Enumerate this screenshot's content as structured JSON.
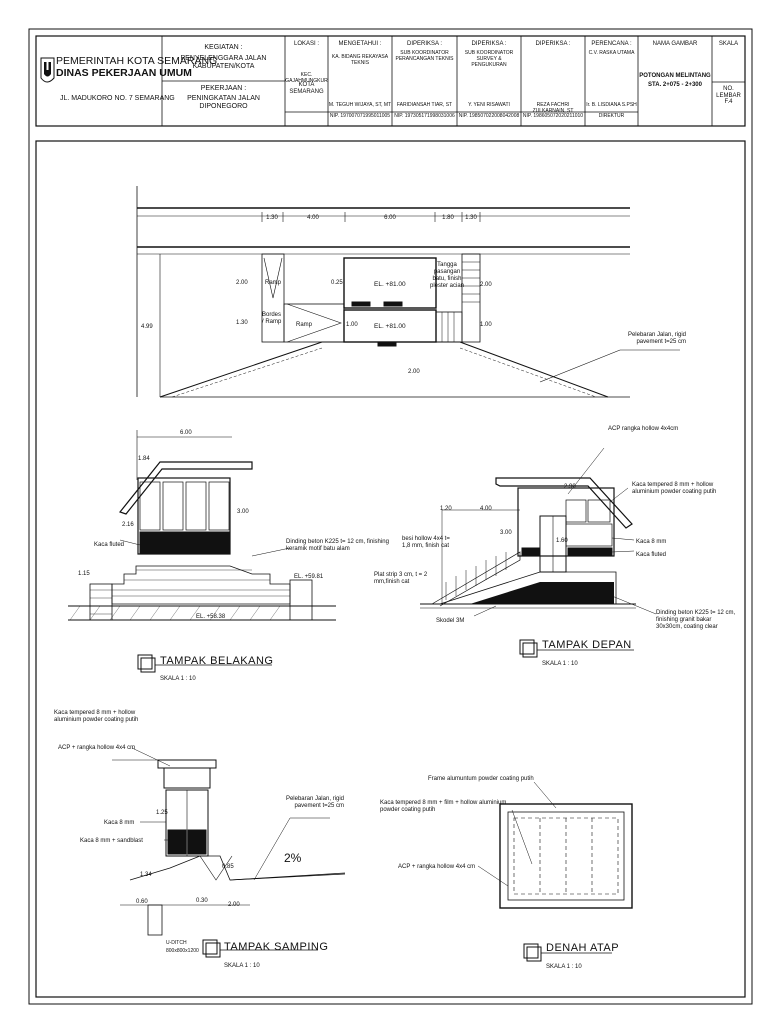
{
  "title_block": {
    "org_line1": "PEMERINTAH KOTA SEMARANG",
    "org_line2": "DINAS PEKERJAAN UMUM",
    "org_address": "JL. MADUKORO NO. 7 SEMARANG",
    "kegiatan_label": "KEGIATAN :",
    "kegiatan_value": "PENYELENGGARA JALAN KABUPATEN/KOTA",
    "pekerjaan_label": "PEKERJAAN :",
    "pekerjaan_value": "PENINGKATAN JALAN DIPONEGORO",
    "lokasi_label": "LOKASI :",
    "lokasi_small": "KEC. GAJAHMUNGKUR",
    "lokasi_value": "KOTA SEMARANG",
    "mengetahui_label": "MENGETAHUI :",
    "mengetahui_role": "KA. BIDANG REKAYASA TEKNIS",
    "mengetahui_name": "M. TEGUH WIJAYA, ST, MT",
    "mengetahui_nip": "NIP. 197007071995011005",
    "diperiksa1_label": "DIPERIKSA :",
    "diperiksa1_role": "SUB KOORDINATOR PERANCANGAN TEKNIS",
    "diperiksa1_name": "FARIDIANSAH TIAR, ST",
    "diperiksa1_nip": "NIP. 197305171998031006",
    "diperiksa2_label": "DIPERIKSA :",
    "diperiksa2_role": "SUB KOORDINATOR SURVEY & PENGUKURAN",
    "diperiksa2_name": "Y. YENI RISAWATI",
    "diperiksa2_nip": "NIP. 198507022008042008",
    "diperiksa3_label": "DIPERIKSA :",
    "diperiksa3_name": "REZA FACHRI ZULKARNAIN, ST",
    "diperiksa3_nip": "NIP. 198605072020211010",
    "perencana_label": "PERENCANA :",
    "perencana_company": "C.V. RASKA UTAMA",
    "perencana_name": "Ir. B. LISDIANA S.PSH",
    "perencana_role": "DIREKTUR",
    "nama_gambar_label": "NAMA GAMBAR",
    "nama_gambar_line1": "POTONGAN MELINTANG",
    "nama_gambar_line2": "STA. 2+075 - 2+300",
    "skala_label": "SKALA",
    "no_lembar_label": "NO. LEMBAR",
    "no_lembar_value": "F.4"
  },
  "plan_view": {
    "dims_top": [
      "1.30",
      "4.00",
      "6.00",
      "1.80",
      "1.30"
    ],
    "dim_200_left": "2.00",
    "dim_130_left": "1.30",
    "dim_499": "4.99",
    "dim_025": "0.25",
    "dim_200_right": "2.00",
    "dim_100_right": "1.00",
    "dim_100_mid": "1.00",
    "dim_200_bottom": "2.00",
    "ramp_label": "Ramp",
    "ramp2_label": "Ramp",
    "bordes_label": "Bordes / Ramp",
    "el_upper": "EL. +81.00",
    "el_lower": "EL. +81.00",
    "tangga_note": "Tangga pasangan batu, finish plester acian",
    "pelebaran_note": "Pelebaran Jalan, rigid pavement t=25 cm"
  },
  "belakang": {
    "dim_600": "6.00",
    "dim_184": "1.84",
    "dim_216": "2.16",
    "dim_300": "3.00",
    "dim_115": "1.15",
    "kaca_fluted": "Kaca fluted",
    "dinding_note": "Dinding beton K225 t= 12 cm, finishing keramik motif batu alam",
    "el_1": "EL. +59.81",
    "el_2": "EL. +58.38",
    "title": "TAMPAK   BELAKANG",
    "scale": "SKALA 1 : 10"
  },
  "depan": {
    "acp_note": "ACP rangka hollow 4x4cm",
    "kaca_hollow_note": "Kaca tempered 8 mm + hollow aluminium powder coating putih",
    "dim_290": "2.90",
    "dim_400": "4.00",
    "dim_120": "1.20",
    "dim_300": "3.00",
    "dim_160": "1.60",
    "besi_note": "besi hollow 4x4 t= 1,8 mm, finish cat",
    "kaca_8mm": "Kaca 8 mm",
    "kaca_fluted": "Kaca fluted",
    "plat_note": "Plat strip 3 cm, t = 2 mm,finish cat",
    "skodel": "Skodel 3M",
    "dinding_note": "Dinding beton K225 t= 12 cm, finishing granit bakar 30x30cm, coating clear",
    "title": "TAMPAK   DEPAN",
    "scale": "SKALA 1 : 10"
  },
  "samping": {
    "kaca_hollow_note": "Kaca tempered 8 mm + hollow aluminium powder coating putih",
    "acp_note": "ACP + rangka hollow 4x4 cm",
    "dim_125": "1.25",
    "kaca_8mm": "Kaca 8 mm",
    "kaca_sandblast": "Kaca 8 mm + sandblast",
    "pelebaran_note": "Pelebaran Jalan, rigid pavement t=25 cm",
    "slope": "2%",
    "dim_085": "0.85",
    "dim_134": "1.34",
    "dim_060": "0.60",
    "dim_030": "0.30",
    "dim_200": "2.00",
    "uditch_label": "U-DITCH",
    "uditch_size": "800x800x1200",
    "title": "TAMPAK SAMPING",
    "scale": "SKALA 1 : 10"
  },
  "atap": {
    "frame_note": "Frame alumuntum powder coating putih",
    "kaca_note": "Kaca tempered 8 mm + film + hollow aluminium powder coating putih",
    "acp_note": "ACP + rangka hollow 4x4 cm",
    "title": "DENAH ATAP",
    "scale": "SKALA 1 : 10"
  }
}
